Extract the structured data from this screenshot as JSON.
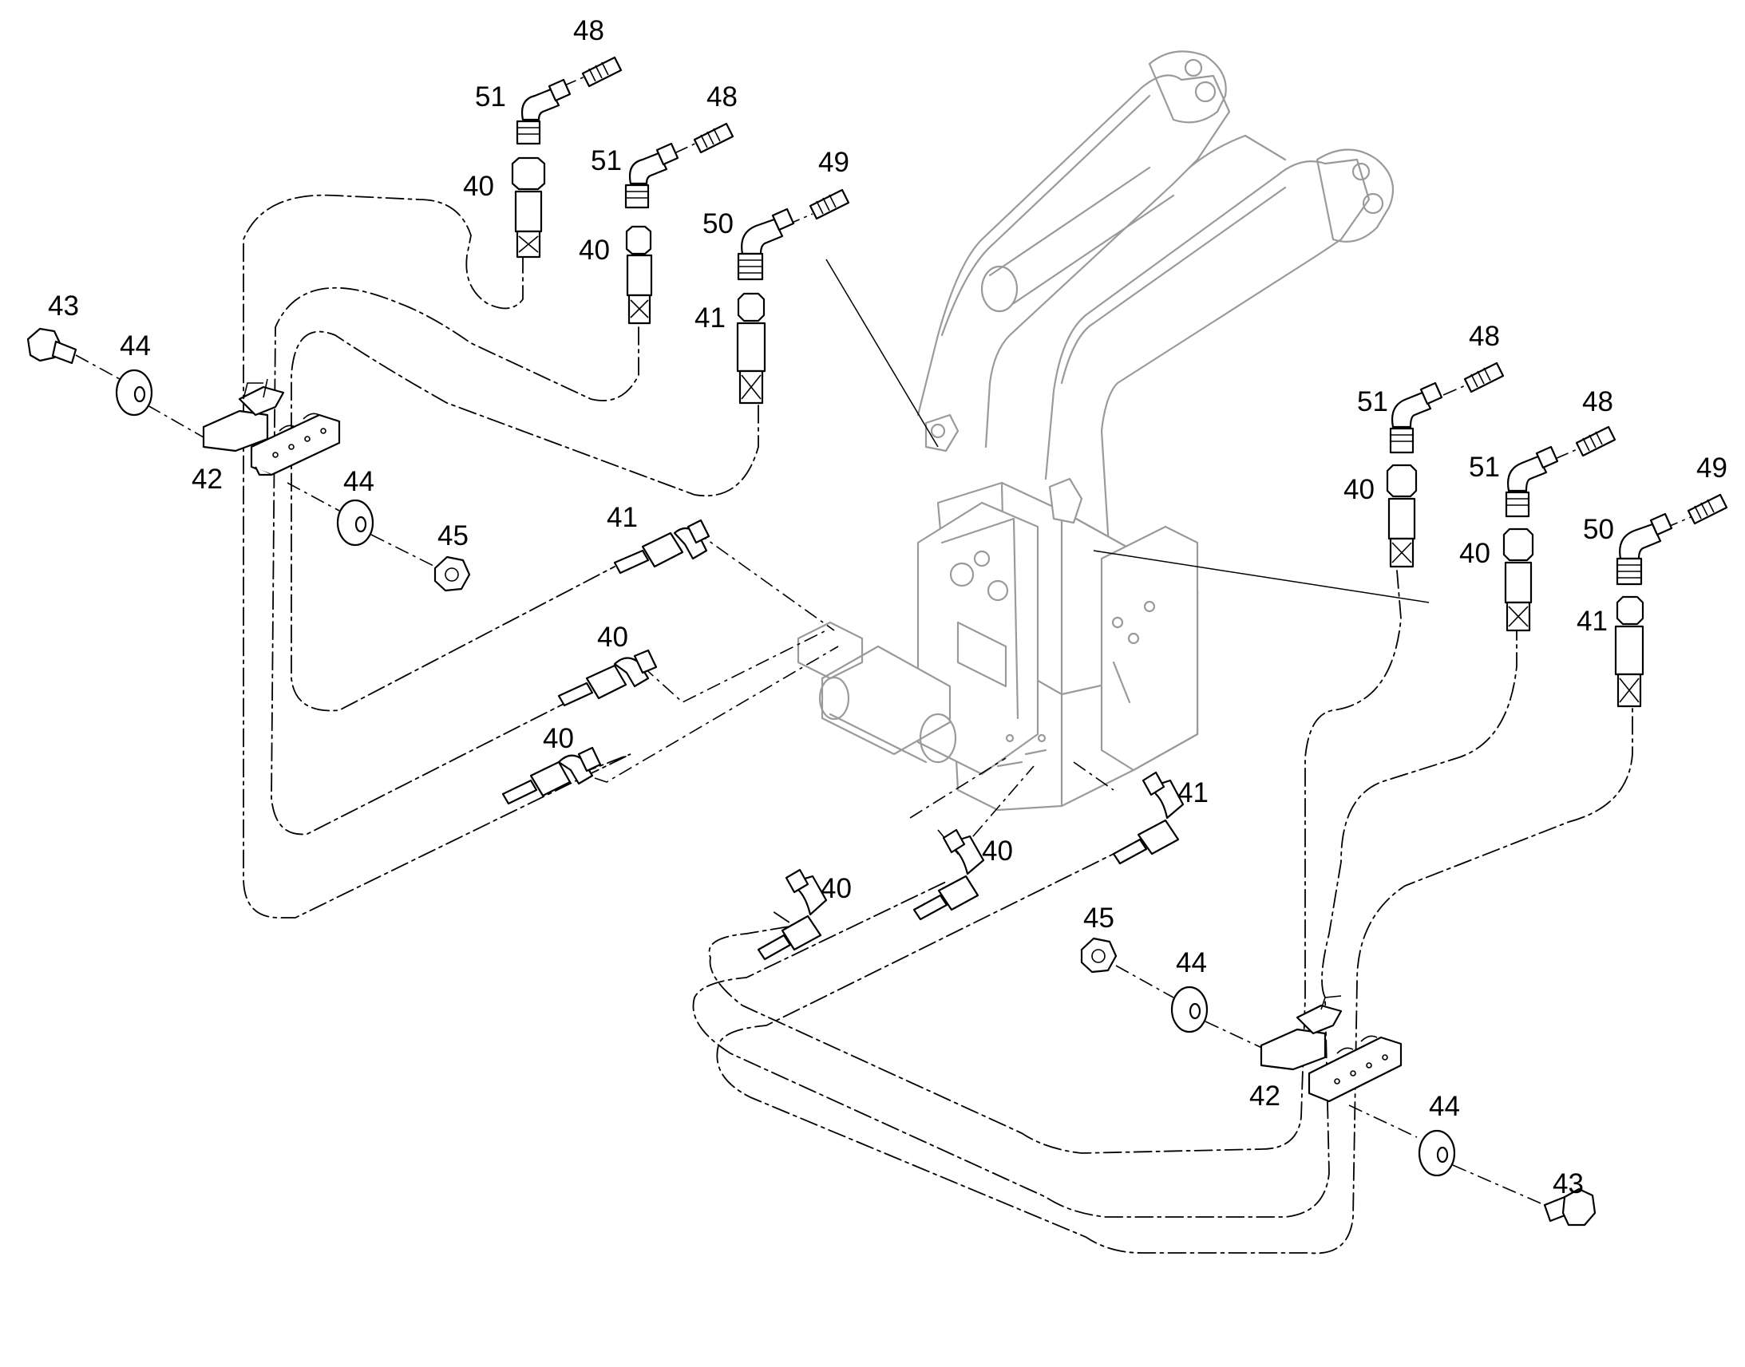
{
  "labels": {
    "l48a": "48",
    "l51a": "51",
    "l40a": "40",
    "l48b": "48",
    "l51b": "51",
    "l40b": "40",
    "l49a": "49",
    "l50a": "50",
    "l41a": "41",
    "l43a": "43",
    "l44a": "44",
    "l42a": "42",
    "l44b": "44",
    "l45a": "45",
    "l41b": "41",
    "l40c": "40",
    "l40d": "40",
    "l40e": "40",
    "l40f": "40",
    "l41c": "41",
    "l48c": "48",
    "l51c": "51",
    "l40g": "40",
    "l48d": "48",
    "l51d": "51",
    "l40h": "40",
    "l49b": "49",
    "l50b": "50",
    "l41d": "41",
    "l45b": "45",
    "l44c": "44",
    "l42b": "42",
    "l44d": "44",
    "l43b": "43"
  }
}
